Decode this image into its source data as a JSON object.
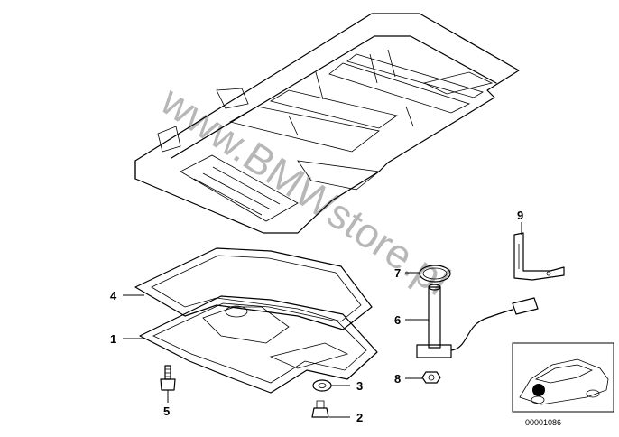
{
  "watermark": "www.BMWstore.pl",
  "callouts": {
    "c1": "1",
    "c2": "2",
    "c3": "3",
    "c4": "4",
    "c5": "5",
    "c6": "6",
    "c7": "7",
    "c8": "8",
    "c9": "9"
  },
  "inset": {
    "code": "00001086"
  }
}
